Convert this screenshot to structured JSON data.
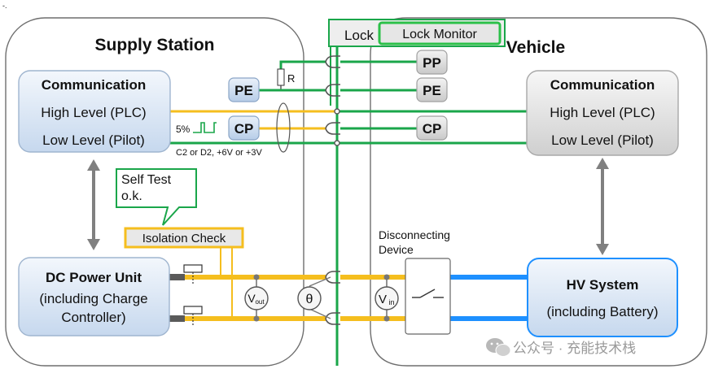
{
  "header_mark": "-.",
  "supply": {
    "title": "Supply Station",
    "comm": {
      "title": "Communication",
      "high": "High Level (PLC)",
      "low": "Low Level (Pilot)"
    },
    "pe": "PE",
    "cp": "CP",
    "r": "R",
    "duty": "5%",
    "states": "C2 or D2, +6V or +3V",
    "self_test": [
      "Self Test",
      "o.k."
    ],
    "isolation": "Isolation Check",
    "dc": {
      "title": "DC Power Unit",
      "line2": "(including Charge",
      "line3": "Controller)"
    },
    "vout": {
      "main": "V",
      "sub": "out"
    },
    "theta": "θ"
  },
  "middle": {
    "lock": "Lock",
    "lock_monitor": "Lock Monitor",
    "vin": {
      "main": "V",
      "sub": "in"
    },
    "disconnect": [
      "Disconnecting",
      "Device"
    ]
  },
  "vehicle": {
    "title": "Vehicle",
    "pp": "PP",
    "pe": "PE",
    "cp": "CP",
    "comm": {
      "title": "Communication",
      "high": "High Level (PLC)",
      "low": "Low Level (Pilot)"
    },
    "hv": {
      "title": "HV System",
      "line2": "(including Battery)"
    }
  },
  "watermark": "公众号 · 充能技术栈",
  "colors": {
    "green": "#1aa64a",
    "yellow": "#f5be1e",
    "blue": "#1e90ff",
    "gray": "#808080"
  }
}
